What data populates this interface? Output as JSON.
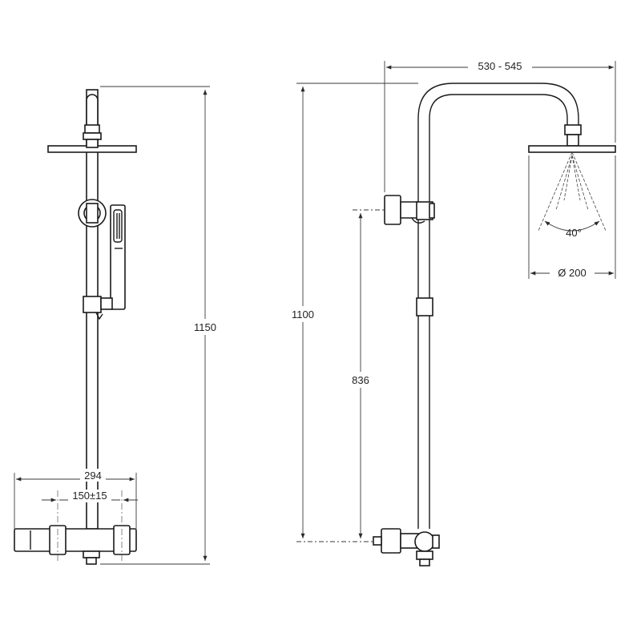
{
  "diagram": {
    "front_view": {
      "overall_height_label": "1150",
      "mixer_width_label": "294",
      "inlet_spacing_label": "150±15"
    },
    "side_view": {
      "overall_height_label": "1100",
      "slider_height_label": "836",
      "projection_label": "530 - 545",
      "spray_angle_label": "40°",
      "head_diameter_label": "Ø 200"
    }
  }
}
